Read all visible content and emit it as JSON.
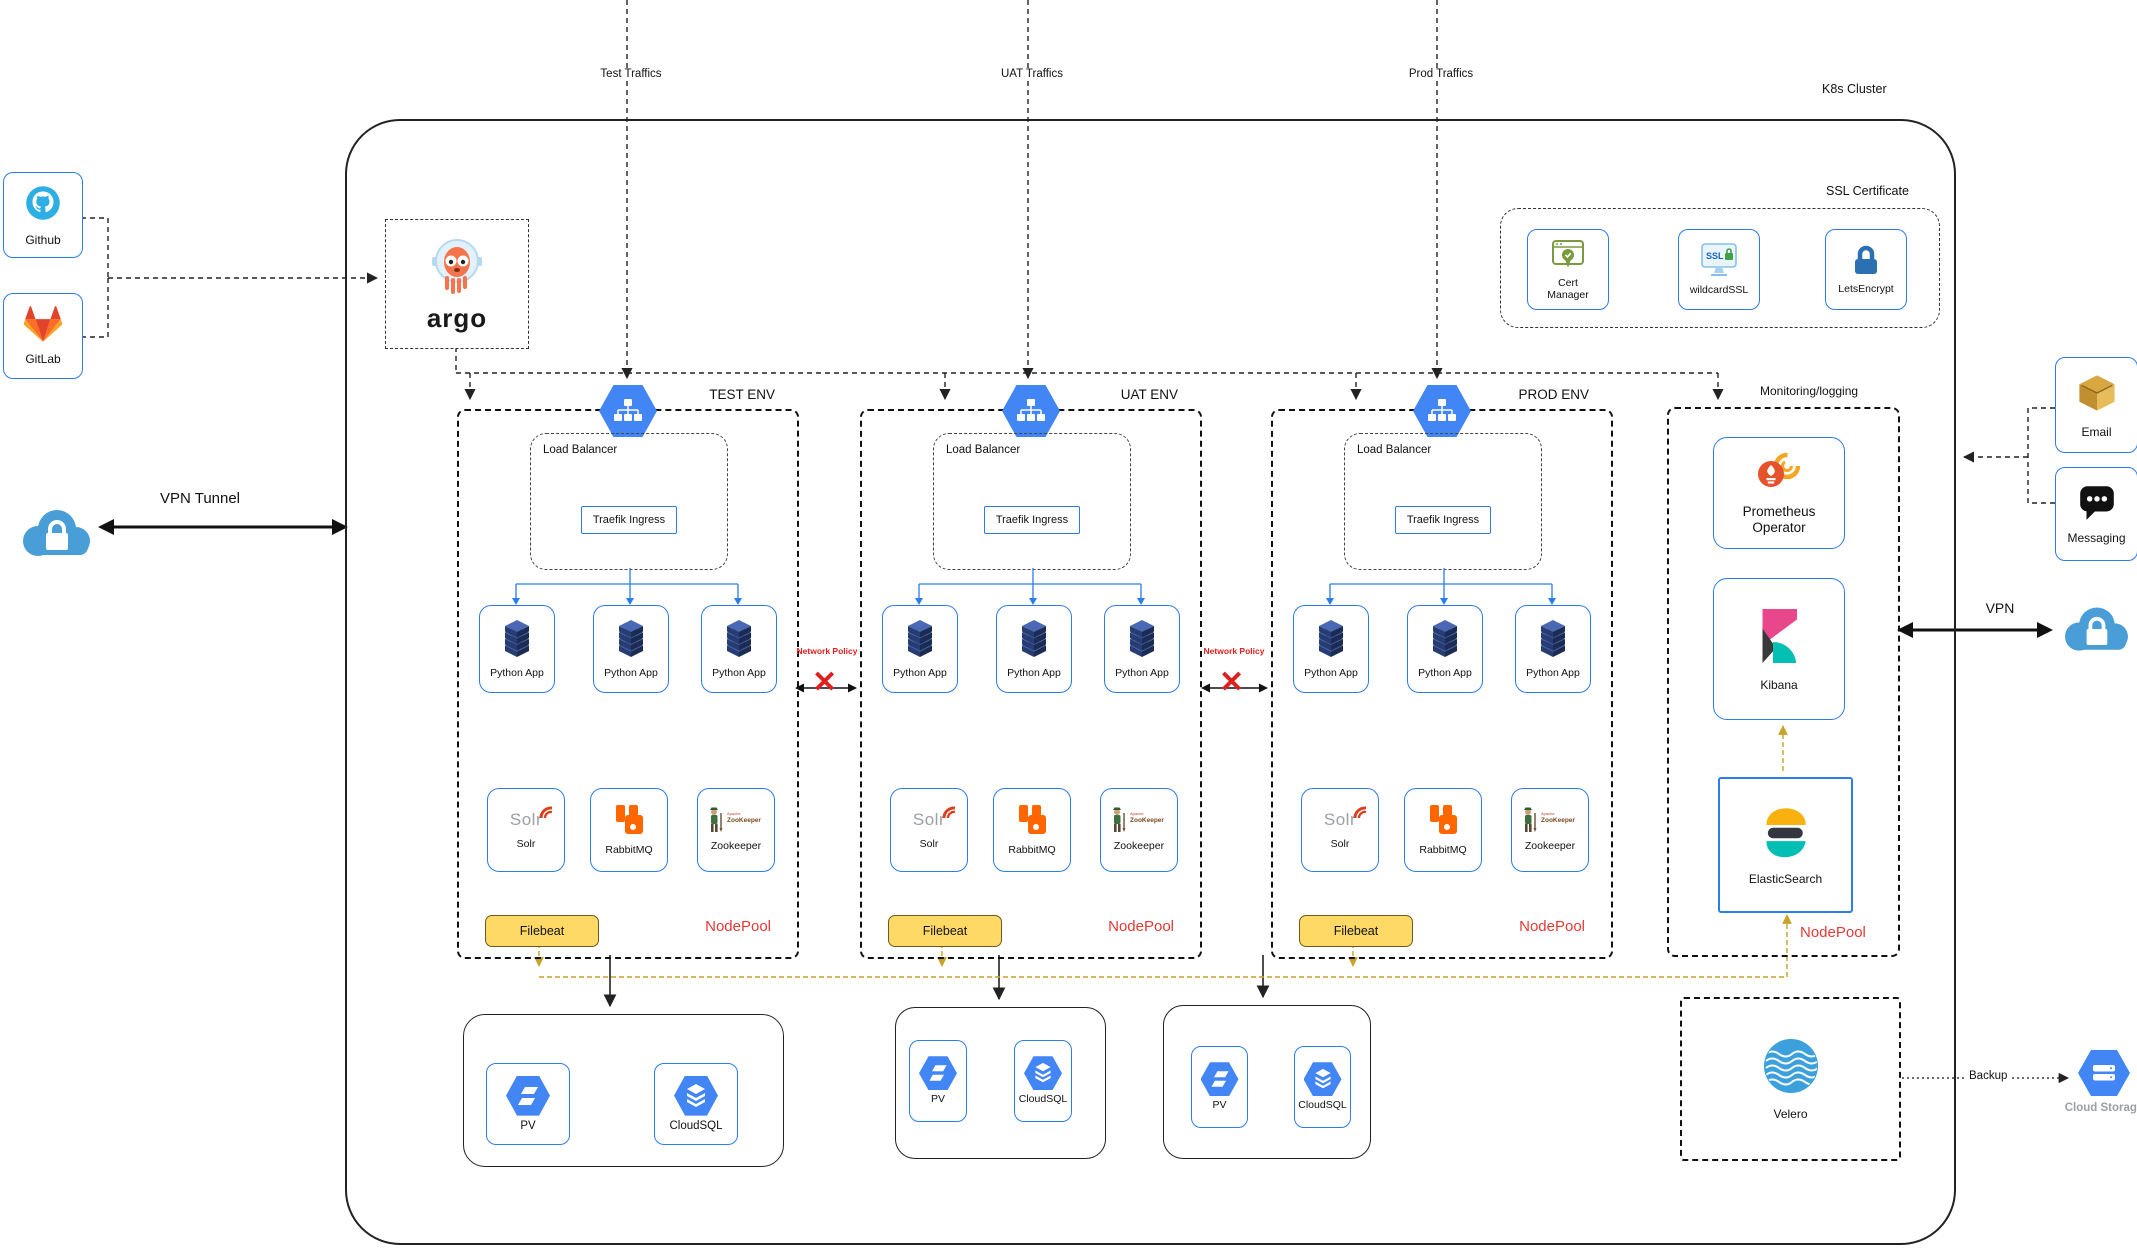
{
  "cluster_label": "K8s Cluster",
  "traffic_labels": [
    "Test Traffics",
    "UAT Traffics",
    "Prod Traffics"
  ],
  "left_external": {
    "github": "Github",
    "gitlab": "GitLab",
    "vpn_tunnel": "VPN Tunnel"
  },
  "argo_label": "argo",
  "ssl": {
    "title": "SSL Certificate",
    "cert_manager": "Cert Manager",
    "wildcard_ssl": "wildcardSSL",
    "wildcard_screen_text": "SSL",
    "letsencrypt": "LetsEncrypt"
  },
  "envs": [
    {
      "label": "TEST ENV",
      "lb_label": "Load Balancer",
      "ingress_label": "Traefik Ingress",
      "apps": [
        "Python App",
        "Python App",
        "Python App"
      ],
      "services": [
        "Solr",
        "RabbitMQ",
        "Zookeeper"
      ],
      "filebeat": "Filebeat",
      "nodepool": "NodePool"
    },
    {
      "label": "UAT ENV",
      "lb_label": "Load Balancer",
      "ingress_label": "Traefik Ingress",
      "apps": [
        "Python App",
        "Python App",
        "Python App"
      ],
      "services": [
        "Solr",
        "RabbitMQ",
        "Zookeeper"
      ],
      "filebeat": "Filebeat",
      "nodepool": "NodePool"
    },
    {
      "label": "PROD ENV",
      "lb_label": "Load Balancer",
      "ingress_label": "Traefik Ingress",
      "apps": [
        "Python App",
        "Python App",
        "Python App"
      ],
      "services": [
        "Solr",
        "RabbitMQ",
        "Zookeeper"
      ],
      "filebeat": "Filebeat",
      "nodepool": "NodePool"
    }
  ],
  "network_policy": {
    "label": "Network Policy",
    "x_mark": "✕"
  },
  "monitoring": {
    "label": "Monitoring/logging",
    "prometheus": "Prometheus Operator",
    "kibana": "Kibana",
    "elasticsearch": "ElasticSearch",
    "nodepool": "NodePool"
  },
  "storage_groups": [
    {
      "pv": "PV",
      "cloudsql": "CloudSQL"
    },
    {
      "pv": "PV",
      "cloudsql": "CloudSQL"
    },
    {
      "pv": "PV",
      "cloudsql": "CloudSQL"
    }
  ],
  "velero_label": "Velero",
  "backup": {
    "label": "Backup",
    "cloud_storage": "Cloud Storage"
  },
  "right_external": {
    "email": "Email",
    "messaging": "Messaging",
    "vpn": "VPN"
  },
  "icon_texts": {
    "solr_logo": "Solr",
    "zookeeper_logo": "ZooKeeper",
    "apache_small": "Apache"
  },
  "colors": {
    "accent_blue": "#2b7de9",
    "gcp_hexagon_blue": "#4285f4",
    "alert_red": "#e53935",
    "amber_line": "#c9a227",
    "filebeat_fill": "#ffd966",
    "cluster_border": "#222222"
  }
}
